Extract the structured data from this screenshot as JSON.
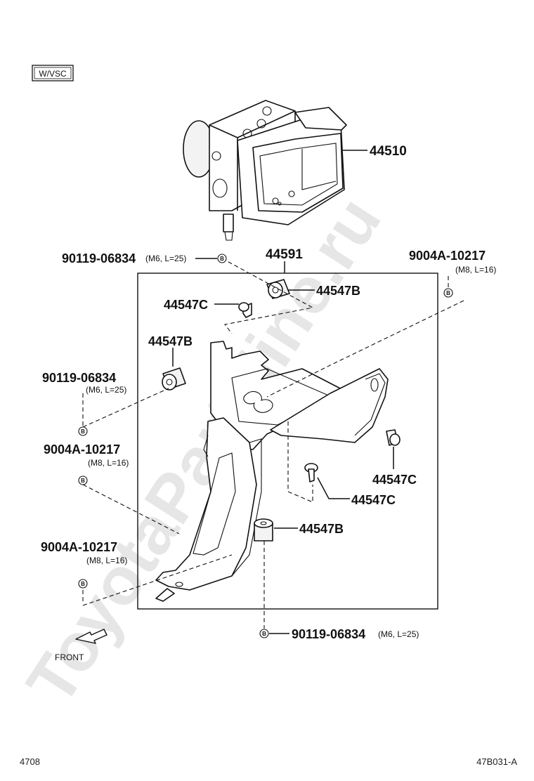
{
  "badge": "W/VSC",
  "watermark": "ToyotaPartMine.ru",
  "labels": {
    "actuator": "44510",
    "bracket": "44591",
    "cushion_top": "44547B",
    "cushion_left": "44547B",
    "cushion_bottom": "44547B",
    "collar_top": "44547C",
    "collar_right": "44547C",
    "collar_mid": "44547C"
  },
  "bolts": {
    "top_left": {
      "part": "90119-06834",
      "spec": "(M6, L=25)"
    },
    "top_right": {
      "part": "9004A-10217",
      "spec": "(M8, L=16)"
    },
    "left_1": {
      "part": "90119-06834",
      "spec": "(M6, L=25)"
    },
    "left_2": {
      "part": "9004A-10217",
      "spec": "(M8, L=16)"
    },
    "left_3": {
      "part": "9004A-10217",
      "spec": "(M8, L=16)"
    },
    "bottom": {
      "part": "90119-06834",
      "spec": "(M6, L=25)"
    }
  },
  "bolt_marker": "B",
  "front_label": "FRONT",
  "page_number": "4708",
  "diagram_code": "47B031-A"
}
